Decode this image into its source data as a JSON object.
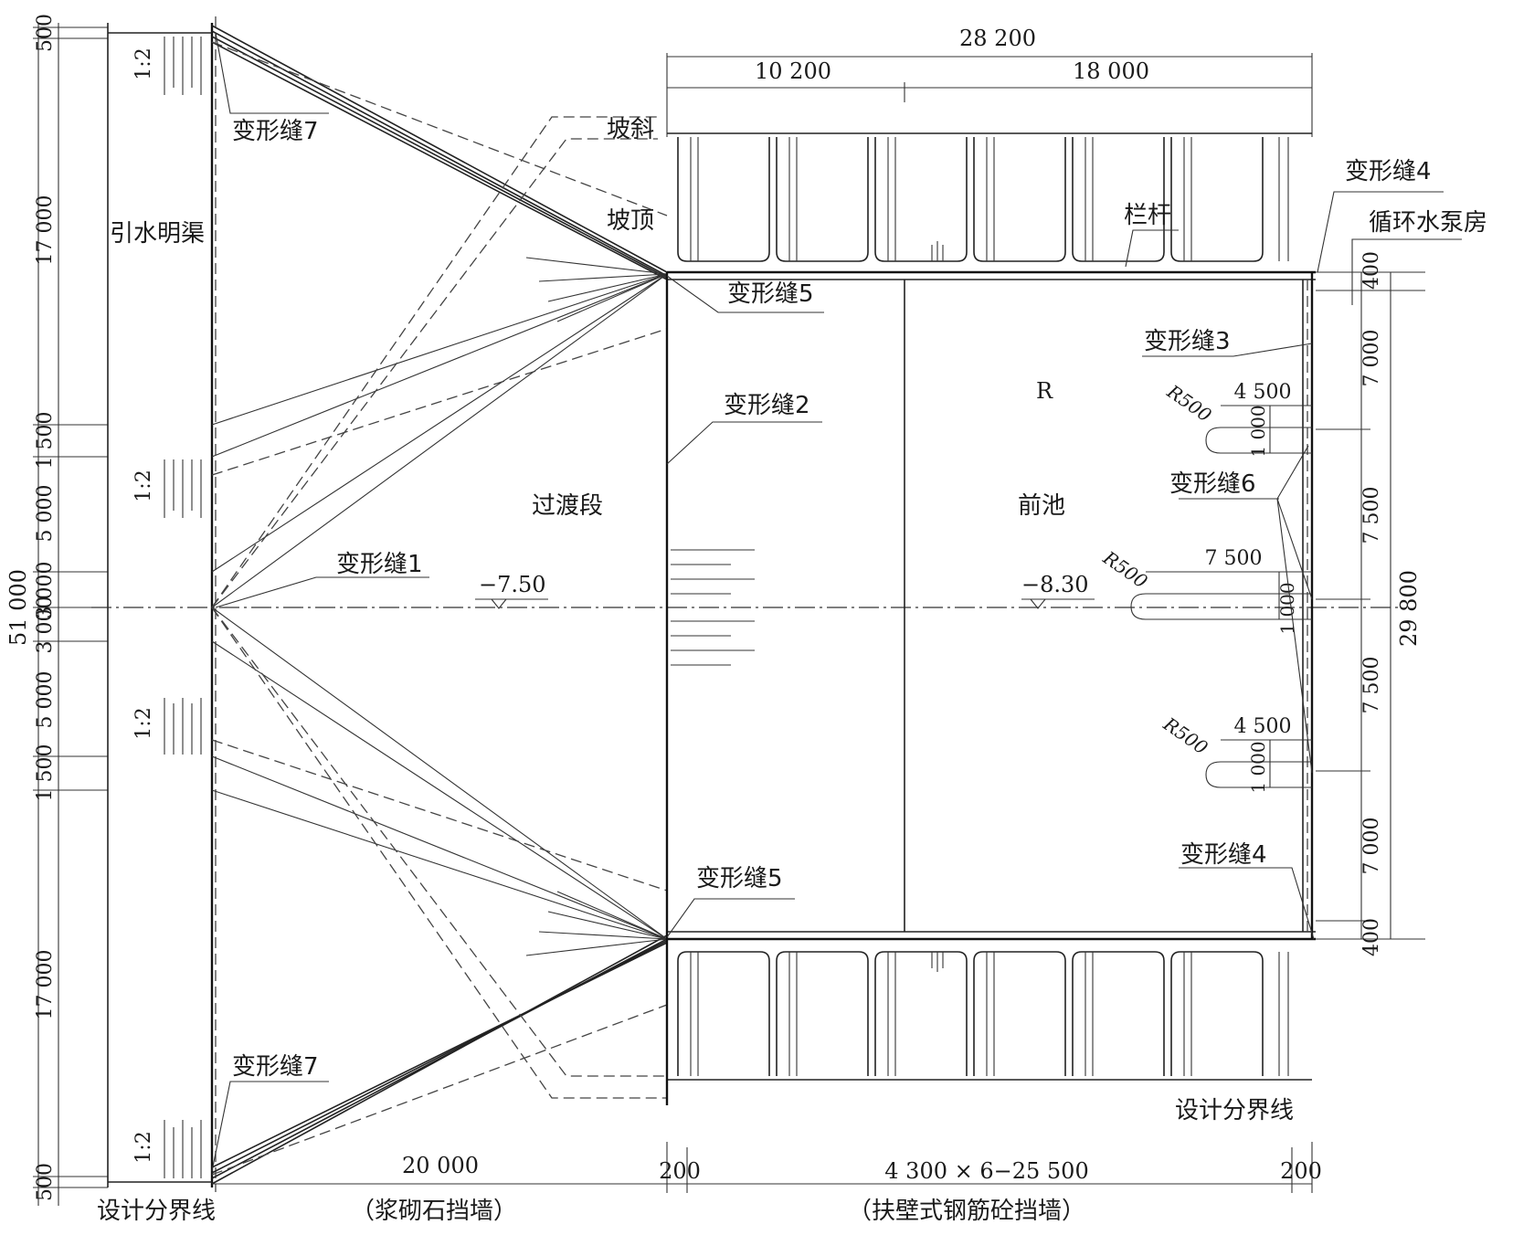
{
  "labels": {
    "top_total": "28 200",
    "top_left": "10 200",
    "top_right": "18 000",
    "slope_bottom": "坡斜",
    "slope_top": "坡顶",
    "railing": "栏杆",
    "joint4_top": "变形缝4",
    "pump_house": "循环水泵房",
    "joint7_top": "变形缝7",
    "channel": "引水明渠",
    "joint5_top": "变形缝5",
    "joint3": "变形缝3",
    "r_mark": "R",
    "joint2": "变形缝2",
    "transition": "过渡段",
    "forebay": "前池",
    "joint6": "变形缝6",
    "joint1": "变形缝1",
    "elev_left": "−7.50",
    "elev_right": "−8.30",
    "joint5_bottom": "变形缝5",
    "joint4_bottom": "变形缝4",
    "joint7_bottom": "变形缝7",
    "design_boundary_right": "设计分界线",
    "dim_20000": "20 000",
    "dim_200_left": "200",
    "dim_bays": "4 300 × 6−25 500",
    "dim_200_right": "200",
    "design_boundary_left": "设计分界线",
    "masonry_wall": "（浆砌石挡墙）",
    "buttress_wall": "（扶壁式钢筋砼挡墙）",
    "slope_1": "1:2",
    "slope_2": "1:2",
    "slope_3": "1:2",
    "slope_4": "1:2",
    "radius_1": "R500",
    "radius_2": "R500",
    "radius_3": "R500",
    "inlet_w1": "4 500",
    "inlet_w2": "7 500",
    "inlet_w3": "4 500",
    "inlet_h1": "1 000",
    "inlet_h2": "1 000",
    "inlet_h3": "1 000"
  },
  "dims_left": {
    "total": "51 000",
    "segments": [
      "500",
      "17 000",
      "1 500",
      "5 000",
      "3 000",
      "3 000",
      "5 000",
      "1 500",
      "17 000",
      "500"
    ]
  },
  "dims_right": {
    "total": "29 800",
    "segments": [
      "400",
      "7 000",
      "7 500",
      "7 500",
      "7 000",
      "400"
    ]
  }
}
